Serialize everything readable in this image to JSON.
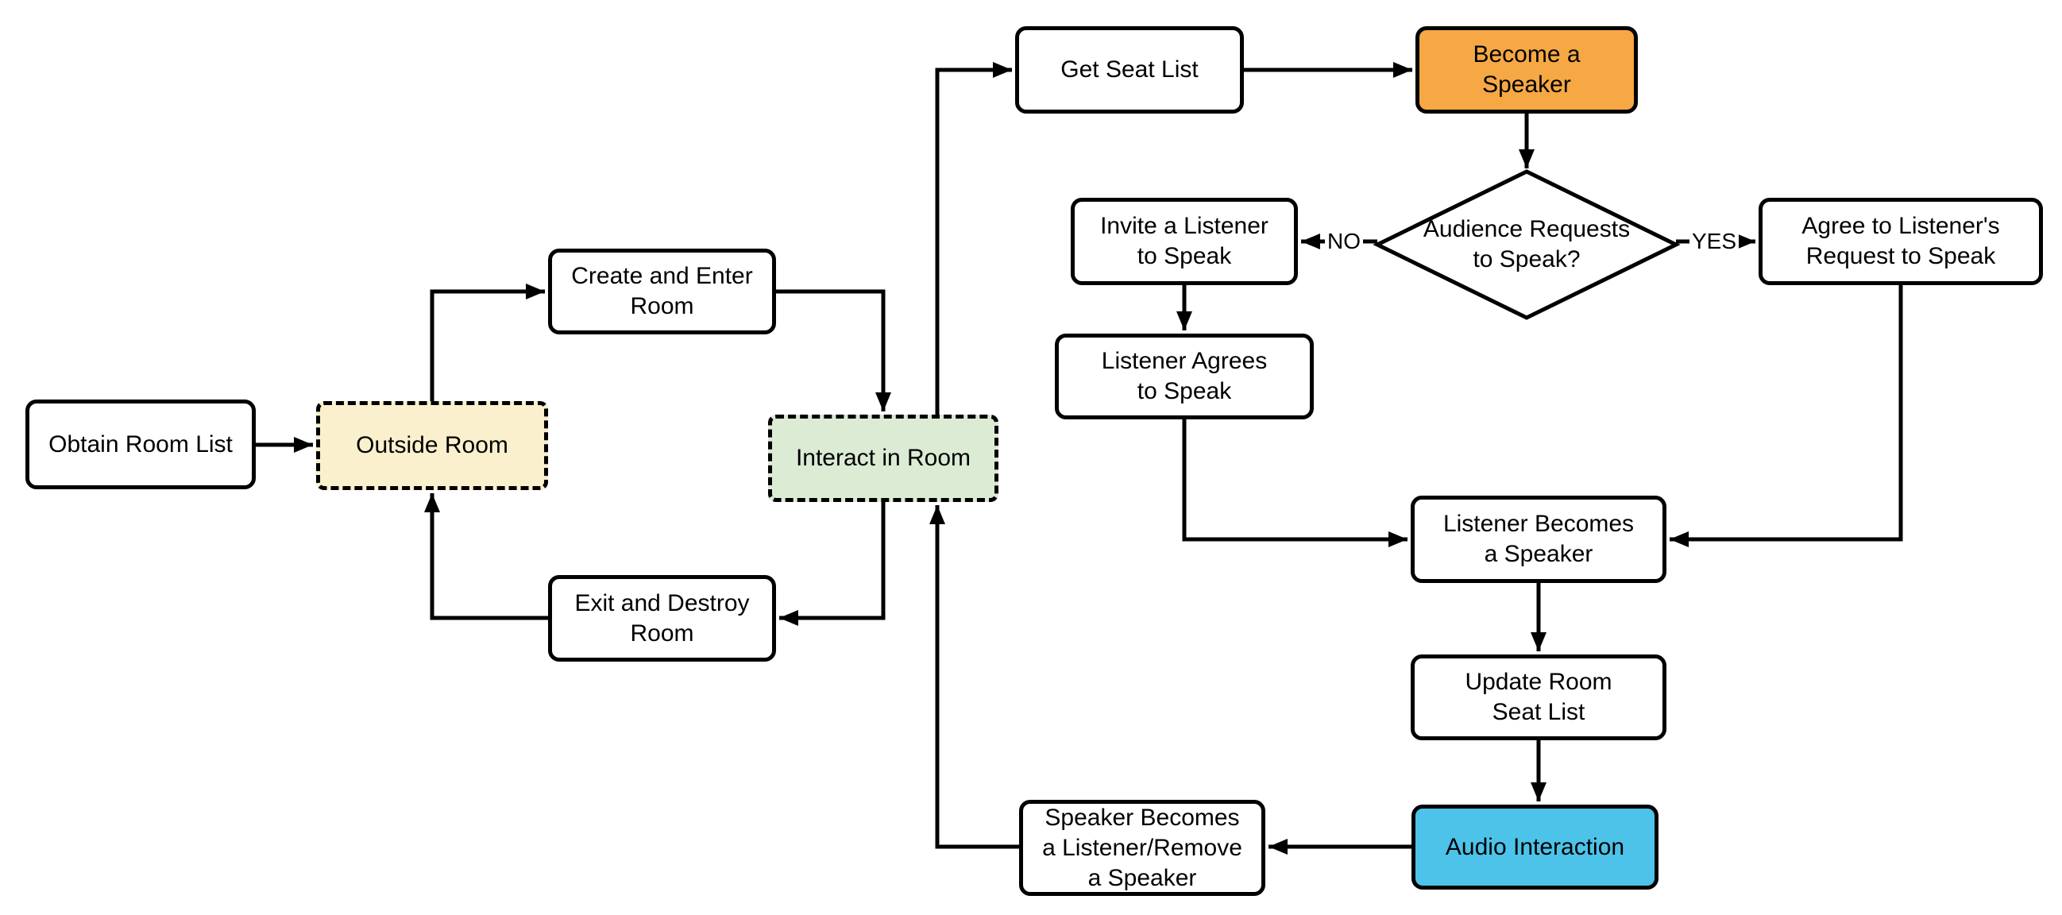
{
  "diagram": {
    "nodes": {
      "obtain_room_list": {
        "label": "Obtain Room List"
      },
      "outside_room": {
        "label": "Outside Room"
      },
      "create_and_enter_room": {
        "label": [
          "Create and Enter",
          "Room"
        ]
      },
      "exit_and_destroy_room": {
        "label": [
          "Exit and Destroy",
          "Room"
        ]
      },
      "interact_in_room": {
        "label": "Interact in Room"
      },
      "get_seat_list": {
        "label": "Get Seat List"
      },
      "become_a_speaker": {
        "label": [
          "Become a",
          "Speaker"
        ]
      },
      "audience_requests_to_speak": {
        "label": [
          "Audience Requests",
          "to Speak?"
        ]
      },
      "invite_a_listener_to_speak": {
        "label": [
          "Invite a Listener",
          "to Speak"
        ]
      },
      "agree_to_listeners_request": {
        "label": [
          "Agree to Listener's",
          "Request to Speak"
        ]
      },
      "listener_agrees_to_speak": {
        "label": [
          "Listener Agrees",
          "to Speak"
        ]
      },
      "listener_becomes_a_speaker": {
        "label": [
          "Listener Becomes",
          "a Speaker"
        ]
      },
      "update_room_seat_list": {
        "label": [
          "Update Room",
          "Seat List"
        ]
      },
      "audio_interaction": {
        "label": "Audio Interaction"
      },
      "speaker_becomes_a_listener": {
        "label": [
          "Speaker Becomes",
          "a Listener/Remove",
          "a Speaker"
        ]
      }
    },
    "edge_labels": {
      "no": "NO",
      "yes": "YES"
    },
    "colors": {
      "background": "#FFFFFF",
      "line": "#000000",
      "box_border": "#000000",
      "default_fill": "#FFFFFF",
      "outside_room_fill": "#FAF0CD",
      "interact_in_room_fill": "#DCEBD4",
      "become_a_speaker_fill": "#F6A845",
      "audio_interaction_fill": "#4DC3EA"
    }
  }
}
